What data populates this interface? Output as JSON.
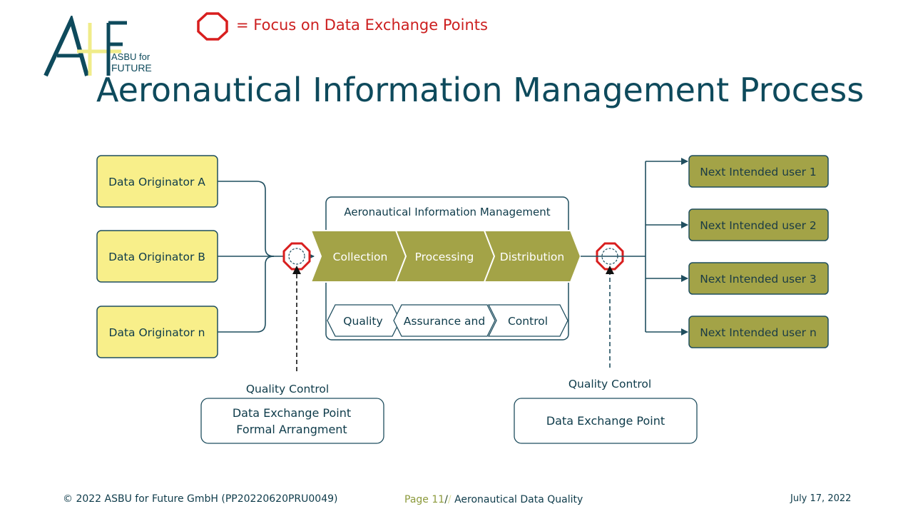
{
  "logo": {
    "mark": "A4F",
    "line1": "ASBU for",
    "line2": "FUTURE"
  },
  "legend": {
    "text": "= Focus on Data Exchange Points"
  },
  "title": "Aeronautical Information Management Process",
  "originators": [
    "Data Originator A",
    "Data Originator B",
    "Data Originator n"
  ],
  "aim": {
    "title": "Aeronautical Information Management",
    "stages": [
      "Collection",
      "Processing",
      "Distribution"
    ],
    "qa": [
      "Quality",
      "Assurance and",
      "Control"
    ]
  },
  "users": [
    "Next Intended user 1",
    "Next Intended user 2",
    "Next Intended user 3",
    "Next Intended user n"
  ],
  "exchange_left": {
    "caption": "Quality Control",
    "line1": "Data Exchange Point",
    "line2": "Formal Arrangment"
  },
  "exchange_right": {
    "caption": "Quality Control",
    "label": "Data Exchange Point"
  },
  "footer": {
    "copyright": "© 2022 ASBU for Future GmbH (PP20220620PRU0049)",
    "page_label": "Page",
    "page_number": "11",
    "topic": "Aeronautical Data Quality",
    "date": "July 17, 2022"
  },
  "colors": {
    "originator_fill": "#f8ef8a",
    "originator_stroke": "#1f4e5f",
    "stage_fill": "#a3a347",
    "user_fill": "#a3a347",
    "focus_red": "#d81e1e",
    "line": "#1f4e5f"
  }
}
